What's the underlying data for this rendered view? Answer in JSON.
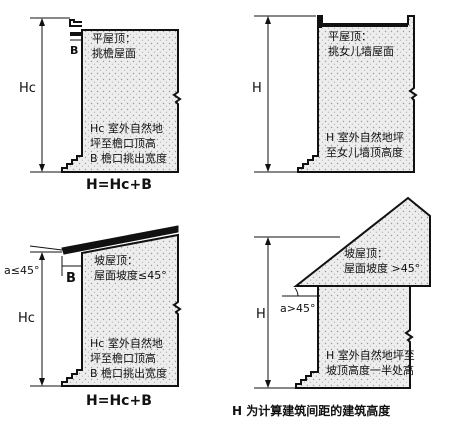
{
  "panels": [
    {
      "dim_label": "Hc",
      "overhang_label": "B",
      "roof_title": "平屋顶：",
      "roof_subtitle": "挑檐屋面",
      "desc": [
        "Hc 室外自然地",
        "坪至檐口顶高",
        "B 檐口挑出宽度"
      ],
      "formula": "H=Hc+B"
    },
    {
      "dim_label": "H",
      "roof_title": "平屋顶：",
      "roof_subtitle": "挑女儿墙屋面",
      "desc": [
        "H 室外自然地坪",
        "至女儿墙顶高度"
      ]
    },
    {
      "dim_label": "Hc",
      "overhang_label": "B",
      "angle_label": "a≤45°",
      "roof_title": "坡屋顶：",
      "roof_subtitle": "屋面坡度≤45°",
      "desc": [
        "Hc 室外自然地",
        "坪至檐口顶高",
        "B 檐口挑出宽度"
      ],
      "formula": "H=Hc+B"
    },
    {
      "dim_label": "H",
      "angle_label": "a>45°",
      "roof_title": "坡屋顶：",
      "roof_subtitle": "屋面坡度 >45°",
      "desc": [
        "H 室外自然地坪至",
        "坡顶高度一半处高"
      ]
    }
  ],
  "footer_note": "H 为计算建筑间距的建筑高度",
  "colors": {
    "line": "#111111",
    "fill": "#ececec"
  }
}
